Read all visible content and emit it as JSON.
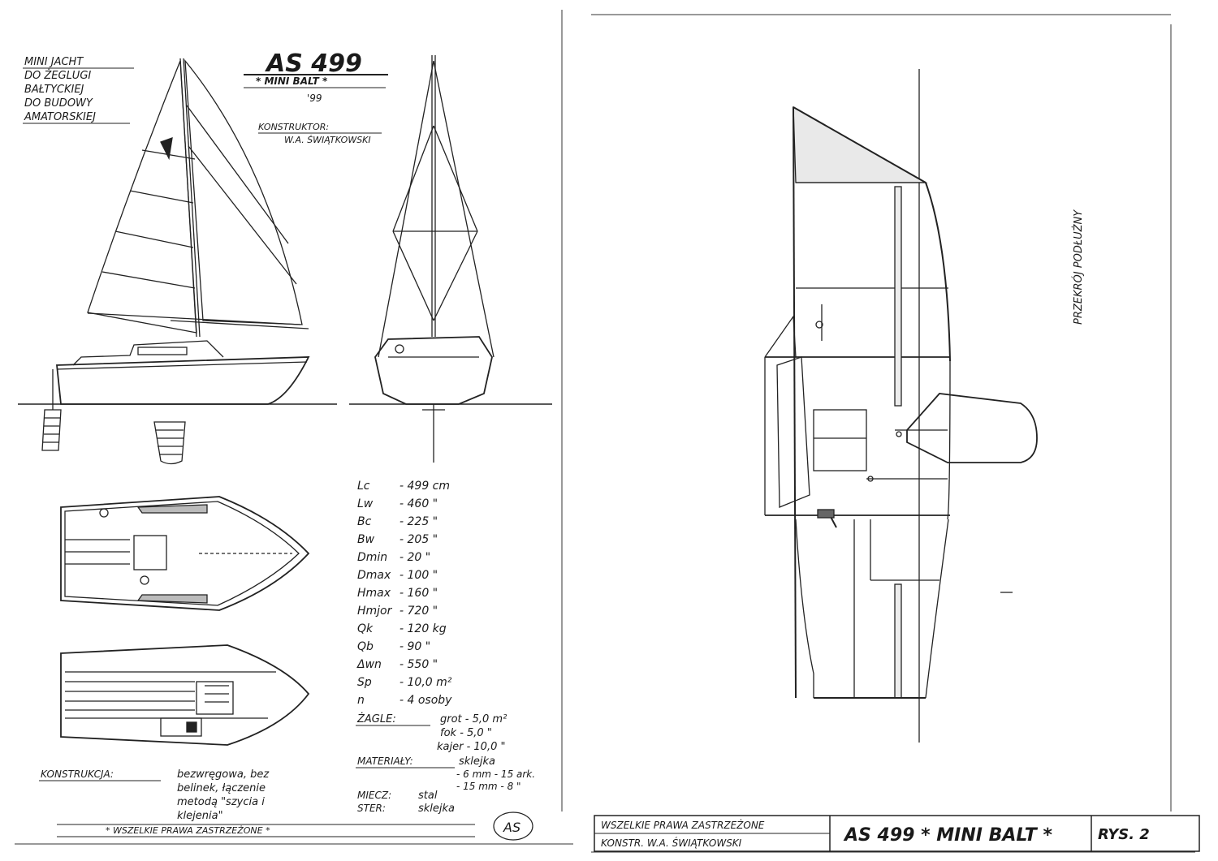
{
  "left_sheet": {
    "header_note": [
      "MINI JACHT",
      "DO ŻEGLUGI",
      "BAŁTYCKIEJ",
      "DO BUDOWY",
      "AMATORSKIEJ"
    ],
    "model_title": "AS 499",
    "model_subtitle": "* MINI BALT *",
    "model_year": "'99",
    "designer_label": "KONSTRUKTOR:",
    "designer_name": "W.A. ŚWIĄTKOWSKI",
    "specs": [
      {
        "sym": "Lc",
        "value": "- 499 cm"
      },
      {
        "sym": "Lw",
        "value": "- 460 \""
      },
      {
        "sym": "Bc",
        "value": "- 225 \""
      },
      {
        "sym": "Bw",
        "value": "- 205 \""
      },
      {
        "sym": "Dmin",
        "value": "- 20 \""
      },
      {
        "sym": "Dmax",
        "value": "- 100 \""
      },
      {
        "sym": "Hmax",
        "value": "- 160 \""
      },
      {
        "sym": "Hmjor",
        "value": "- 720 \""
      },
      {
        "sym": "Qk",
        "value": "- 120 kg"
      },
      {
        "sym": "Qb",
        "value": "- 90 \""
      },
      {
        "sym": "Δwn",
        "value": "- 550 \""
      },
      {
        "sym": "Sp",
        "value": "- 10,0 m²"
      },
      {
        "sym": "n",
        "value": "- 4 osoby"
      }
    ],
    "sails_label": "ŻAGLE:",
    "sails": [
      "grot - 5,0 m²",
      "fok - 5,0 \"",
      "kajer - 10,0 \""
    ],
    "materials_label": "MATERIAŁY:",
    "materials": [
      "sklejka",
      "- 6 mm - 15 ark.",
      "- 15 mm - 8 \""
    ],
    "keel_label": "MIECZ:",
    "keel_value": "stal",
    "rudder_label": "STER:",
    "rudder_value": "sklejka",
    "construction_label": "KONSTRUKCJA:",
    "construction_text": [
      "bezwręgowa, bez",
      "belinek, łączenie",
      "metodą \"szycia i",
      "klejenia\""
    ],
    "rights_footer": "* WSZELKIE PRAWA ZASTRZEŻONE *",
    "signature": "AS"
  },
  "right_sheet": {
    "section_label": "PRZEKRÓJ PODŁUŻNY",
    "rights_footer": "WSZELKIE PRAWA ZASTRZEŻONE",
    "designer_footer": "KONSTR. W.A. ŚWIĄTKOWSKI",
    "title_block": "AS 499 * MINI BALT *",
    "sheet_no": "RYS. 2"
  }
}
